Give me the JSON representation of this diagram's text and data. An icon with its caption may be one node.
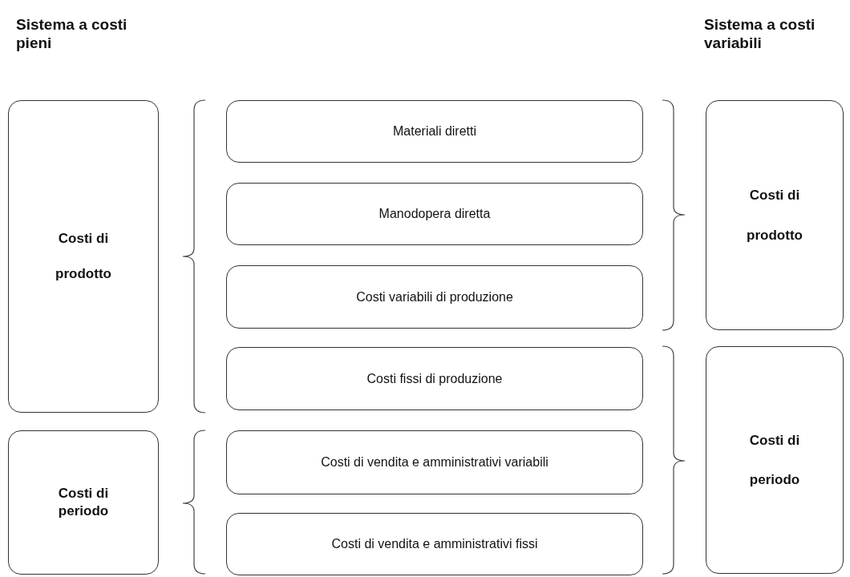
{
  "diagram": {
    "nodes": [
      {
        "text": [
          "Costi di prodotto"
        ]
      },
      {
        "text": [
          "Costi di periodo"
        ]
      },
      {
        "text": [
          "Materiali diretti"
        ]
      },
      {
        "text": [
          "Manodopera diretta"
        ]
      },
      {
        "text": [
          "Costi variabili di produzione"
        ]
      },
      {
        "text": [
          "Costi fissi di produzione"
        ]
      },
      {
        "text": [
          "Costi di vendita e amministrativi variabili"
        ]
      },
      {
        "text": [
          "Costi di vendita e amministrativi fissi"
        ]
      },
      {
        "text": [
          "Costi di prodotto"
        ]
      },
      {
        "text": [
          "Costi di periodo"
        ]
      }
    ],
    "labels": [
      "Sistema a costi pieni",
      "Sistema a costi variabili"
    ]
  }
}
